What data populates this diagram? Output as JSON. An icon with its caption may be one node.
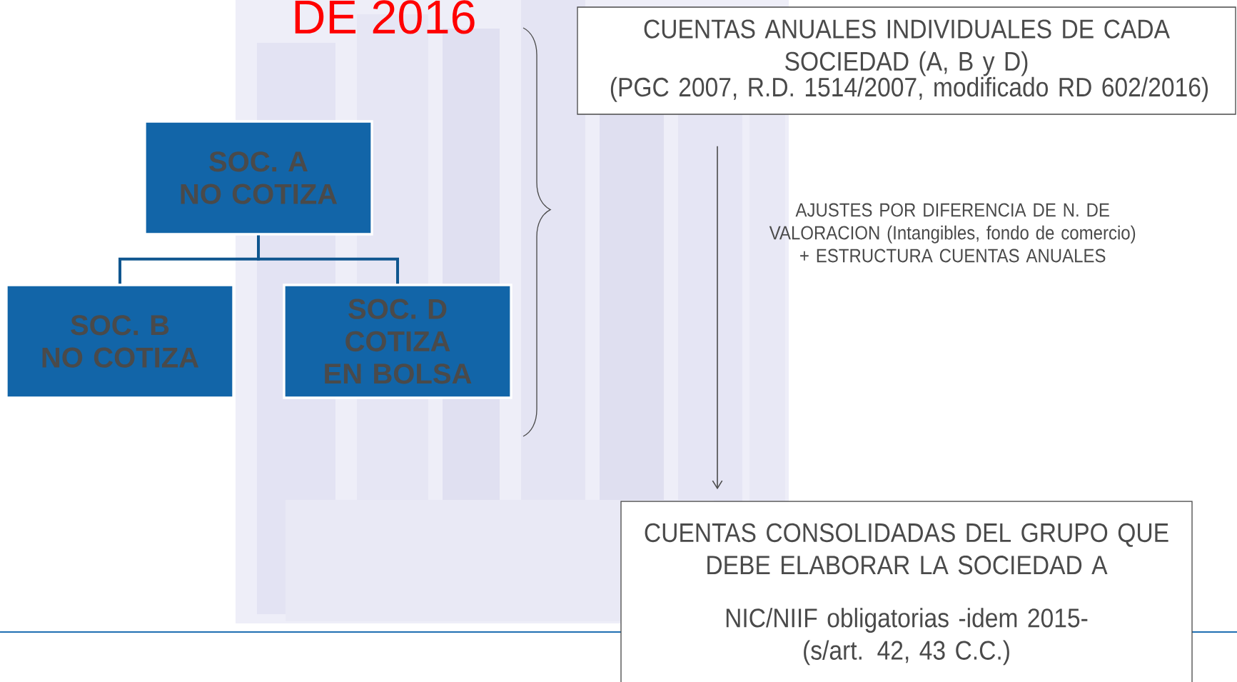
{
  "diagram": {
    "title": "DE 2016",
    "nodes": [
      {
        "text": [
          "SOC. A",
          "NO COTIZA"
        ]
      },
      {
        "text": [
          "SOC. B",
          "NO COTIZA"
        ]
      },
      {
        "text": [
          "SOC. D",
          "COTIZA EN BOLSA"
        ]
      },
      {
        "text": [
          "CUENTAS ANUALES INDIVIDUALES DE CADA SOCIEDAD  (A, B y D)",
          "(PGC  2007, R.D. 1514/2007, modificado RD 602/2016)"
        ]
      },
      {
        "text": [
          "CUENTAS CONSOLIDADAS DEL GRUPO QUE DEBE ELABORAR  LA SOCIEDAD A",
          "NIC/NIIF obligatorias  -idem 2015- (s/art. 42, 43 C.C.)"
        ]
      }
    ],
    "edges": [
      {
        "from": 0,
        "to": 1,
        "arrow": "none"
      },
      {
        "from": 0,
        "to": 2,
        "arrow": "none"
      },
      {
        "from": 3,
        "to": 4,
        "arrow": "to",
        "label": "AJUSTES POR DIFERENCIA DE N. DE VALORACION (Intangibles, fondo de comercio) + ESTRUCTURA CUENTAS ANUALES"
      }
    ]
  }
}
